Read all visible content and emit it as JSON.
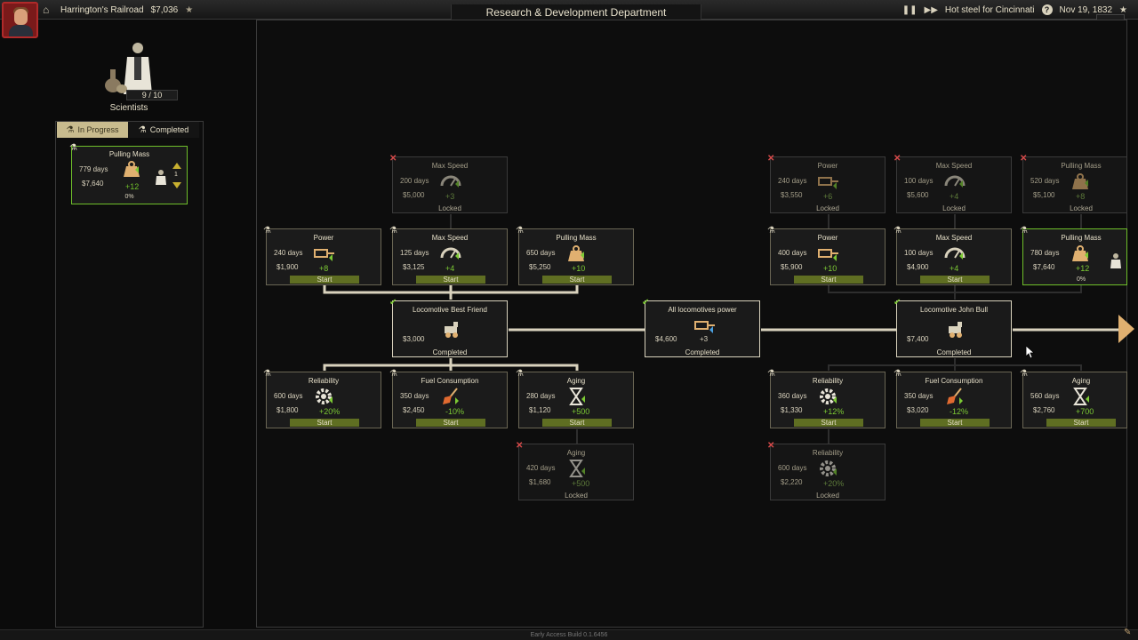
{
  "header": {
    "company": "Harrington's Railroad",
    "money": "$7,036",
    "title": "Research & Development Department",
    "mission": "Hot steel for Cincinnati",
    "date": "Nov 19, 1832",
    "close": "✕"
  },
  "left": {
    "scientists_count": "9 / 10",
    "scientists_label": "Scientists",
    "tab_in_progress": "In Progress",
    "tab_completed": "Completed",
    "current": {
      "name": "Pulling Mass",
      "days": "779 days",
      "cost": "$7,640",
      "bonus": "+12",
      "scientists": "1",
      "progress": "0%"
    }
  },
  "tree": {
    "row1": [
      {
        "name": "Max Speed",
        "days": "200 days",
        "cost": "$5,000",
        "bonus": "+3",
        "status": "Locked"
      },
      {
        "name": "Power",
        "days": "240 days",
        "cost": "$3,550",
        "bonus": "+6",
        "status": "Locked"
      },
      {
        "name": "Max Speed",
        "days": "100 days",
        "cost": "$5,600",
        "bonus": "+4",
        "status": "Locked"
      },
      {
        "name": "Pulling Mass",
        "days": "520 days",
        "cost": "$5,100",
        "bonus": "+8",
        "status": "Locked"
      }
    ],
    "row2": [
      {
        "name": "Power",
        "days": "240 days",
        "cost": "$1,900",
        "bonus": "+8",
        "status": "Start"
      },
      {
        "name": "Max Speed",
        "days": "125 days",
        "cost": "$3,125",
        "bonus": "+4",
        "status": "Start"
      },
      {
        "name": "Pulling Mass",
        "days": "650 days",
        "cost": "$5,250",
        "bonus": "+10",
        "status": "Start"
      },
      {
        "name": "Power",
        "days": "400 days",
        "cost": "$5,900",
        "bonus": "+10",
        "status": "Start"
      },
      {
        "name": "Max Speed",
        "days": "100 days",
        "cost": "$4,900",
        "bonus": "+4",
        "status": "Start"
      },
      {
        "name": "Pulling Mass",
        "days": "780 days",
        "cost": "$7,640",
        "bonus": "+12",
        "status": "0%"
      }
    ],
    "row3": [
      {
        "name": "Locomotive Best Friend",
        "cost": "$3,000",
        "status": "Completed"
      },
      {
        "name": "All locomotives power",
        "cost": "$4,600",
        "bonus": "+3",
        "status": "Completed"
      },
      {
        "name": "Locomotive John Bull",
        "cost": "$7,400",
        "status": "Completed"
      }
    ],
    "row4": [
      {
        "name": "Reliability",
        "days": "600 days",
        "cost": "$1,800",
        "bonus": "+20%",
        "status": "Start"
      },
      {
        "name": "Fuel Consumption",
        "days": "350 days",
        "cost": "$2,450",
        "bonus": "-10%",
        "status": "Start"
      },
      {
        "name": "Aging",
        "days": "280 days",
        "cost": "$1,120",
        "bonus": "+500",
        "status": "Start"
      },
      {
        "name": "Reliability",
        "days": "360 days",
        "cost": "$1,330",
        "bonus": "+12%",
        "status": "Start"
      },
      {
        "name": "Fuel Consumption",
        "days": "350 days",
        "cost": "$3,020",
        "bonus": "-12%",
        "status": "Start"
      },
      {
        "name": "Aging",
        "days": "560 days",
        "cost": "$2,760",
        "bonus": "+700",
        "status": "Start"
      }
    ],
    "row5": [
      {
        "name": "Aging",
        "days": "420 days",
        "cost": "$1,680",
        "bonus": "+500",
        "status": "Locked"
      },
      {
        "name": "Reliability",
        "days": "600 days",
        "cost": "$2,220",
        "bonus": "+20%",
        "status": "Locked"
      }
    ]
  },
  "footer": "Early Access Build 0.1.6456",
  "icons": {
    "power": "piston-icon",
    "speed": "speedometer-icon",
    "mass": "weight-icon",
    "reliability": "gear-icon",
    "fuel": "shovel-icon",
    "aging": "hourglass-icon",
    "locomotive": "locomotive-icon"
  },
  "colors": {
    "accent_green": "#7cc934",
    "start_button": "#5f6e22",
    "locked_x": "#d84a4a",
    "arrow": "#e0b070"
  }
}
